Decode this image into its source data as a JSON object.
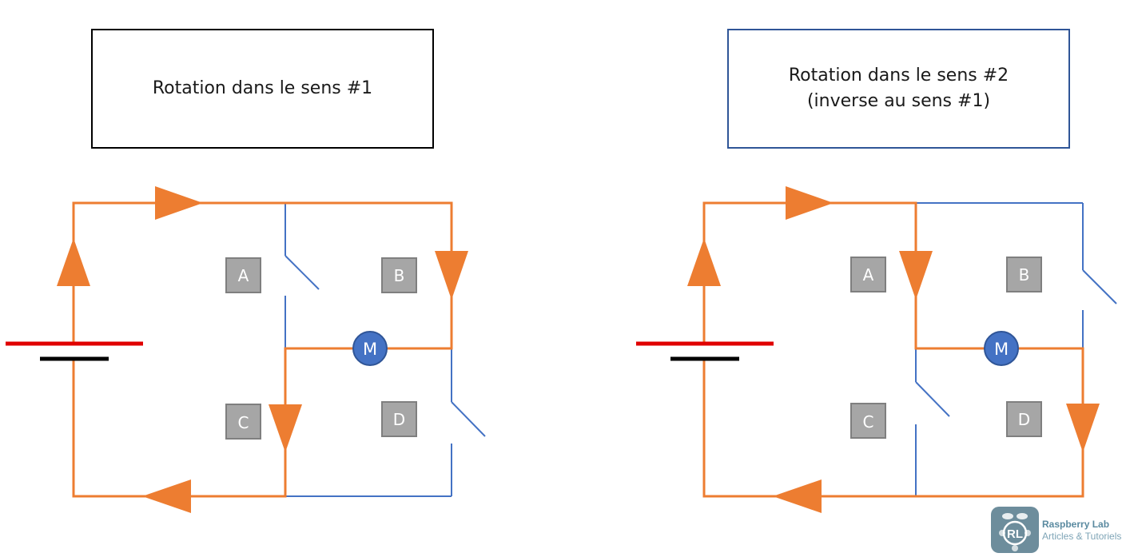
{
  "left_box": {
    "line1": "Rotation dans le sens #1",
    "line2": ""
  },
  "right_box": {
    "line1": "Rotation dans le sens #2",
    "line2": "(inverse au sens #1)"
  },
  "switch_labels": {
    "a": "A",
    "b": "B",
    "c": "C",
    "d": "D"
  },
  "motor_label": "M",
  "logo": {
    "initials": "RL",
    "name": "Raspberry Lab",
    "tagline": "Articles & Tutoriels"
  },
  "colors": {
    "current": "#ed7d31",
    "wire": "#4472c4",
    "battery_pos": "#e00000",
    "battery_neg": "#000000",
    "switch_box": "#a6a6a6",
    "motor": "#4472c4"
  }
}
